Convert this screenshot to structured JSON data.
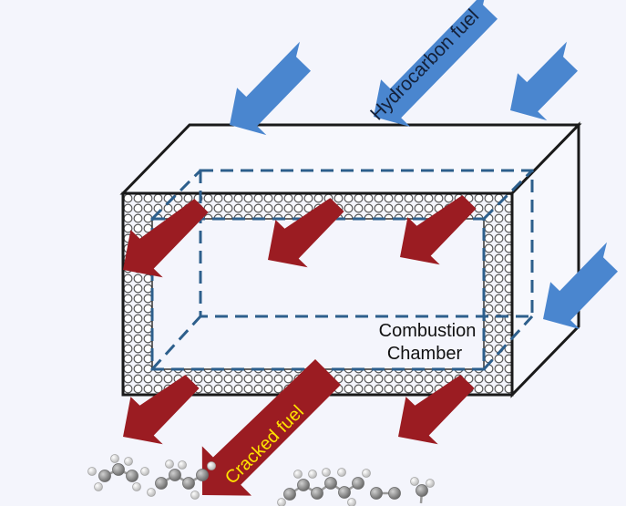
{
  "labels": {
    "hydrocarbon_fuel": "Hydrocarbon fuel",
    "combustion_line1": "Combustion",
    "combustion_line2": "Chamber",
    "cracked_fuel": "Cracked fuel"
  },
  "colors": {
    "background": "#f4f5fc",
    "blue_arrow": "#4a86cf",
    "red_arrow": "#9b1c22",
    "dashed_frame": "#2d5f8c",
    "box_outline": "#1a1a1a",
    "cracked_label": "#ffe400",
    "molecule_carbon": "#8d8d8d",
    "molecule_hydrogen": "#d8d8d8"
  }
}
